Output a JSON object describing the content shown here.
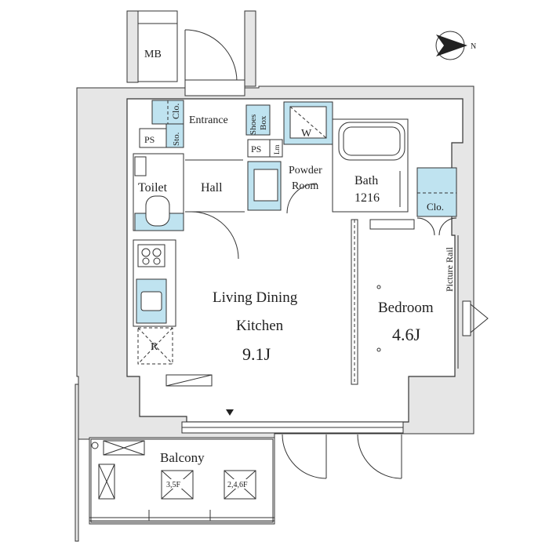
{
  "labels": {
    "mb": "MB",
    "entrance": "Entrance",
    "clo_entrance": "Clo.",
    "sto": "Sto.",
    "shoes_box_1": "Shoes",
    "shoes_box_2": "Box",
    "ps_left": "PS",
    "ps_mid": "PS",
    "lm": "Lm",
    "w": "W",
    "toilet": "Toilet",
    "hall": "Hall",
    "powder_1": "Powder",
    "powder_2": "Room",
    "bath": "Bath",
    "bath_size": "1216",
    "clo_bedroom": "Clo.",
    "picture_rail": "Picture Rail",
    "ldk_1": "Living Dining",
    "ldk_2": "Kitchen",
    "ldk_size": "9.1J",
    "bedroom": "Bedroom",
    "bedroom_size": "4.6J",
    "r": "R",
    "balcony": "Balcony",
    "unit_35f": "3,5F",
    "unit_246f": "2,4,6F",
    "north": "N"
  },
  "colors": {
    "wall_fill": "#ffffff",
    "wall_gray": "#e6e6e6",
    "storage_blue": "#bfe3f0",
    "line": "#333333"
  }
}
